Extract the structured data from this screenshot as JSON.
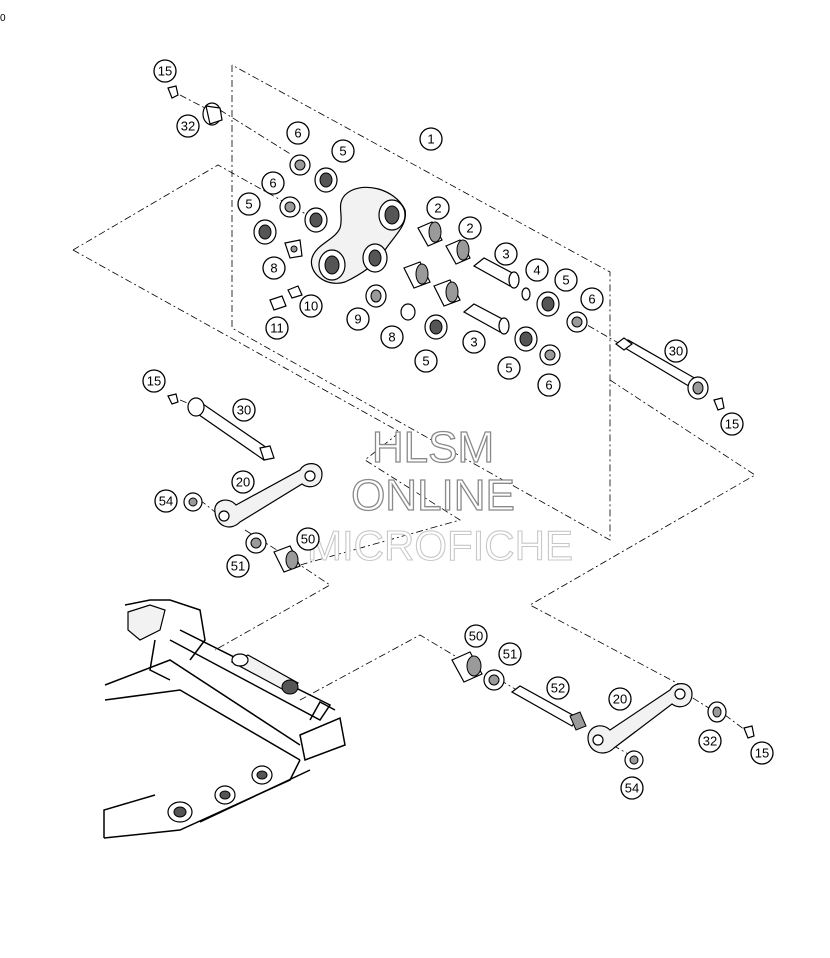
{
  "corner_text": "0",
  "watermark": {
    "line1": "HLSM",
    "line2": "ONLINE",
    "line3": "MICROFICHE"
  },
  "callouts": [
    {
      "id": "c-15-a",
      "label": "15"
    },
    {
      "id": "c-32-a",
      "label": "32"
    },
    {
      "id": "c-1",
      "label": "1"
    },
    {
      "id": "c-6-a",
      "label": "6"
    },
    {
      "id": "c-5-a",
      "label": "5"
    },
    {
      "id": "c-6-b",
      "label": "6"
    },
    {
      "id": "c-5-b",
      "label": "5"
    },
    {
      "id": "c-2-a",
      "label": "2"
    },
    {
      "id": "c-2-b",
      "label": "2"
    },
    {
      "id": "c-3-a",
      "label": "3"
    },
    {
      "id": "c-4",
      "label": "4"
    },
    {
      "id": "c-5-c",
      "label": "5"
    },
    {
      "id": "c-6-c",
      "label": "6"
    },
    {
      "id": "c-8-a",
      "label": "8"
    },
    {
      "id": "c-10",
      "label": "10"
    },
    {
      "id": "c-11",
      "label": "11"
    },
    {
      "id": "c-9",
      "label": "9"
    },
    {
      "id": "c-8-b",
      "label": "8"
    },
    {
      "id": "c-3-b",
      "label": "3"
    },
    {
      "id": "c-5-d",
      "label": "5"
    },
    {
      "id": "c-5-e",
      "label": "5"
    },
    {
      "id": "c-6-d",
      "label": "6"
    },
    {
      "id": "c-30-a",
      "label": "30"
    },
    {
      "id": "c-15-b",
      "label": "15"
    },
    {
      "id": "c-15-c",
      "label": "15"
    },
    {
      "id": "c-30-b",
      "label": "30"
    },
    {
      "id": "c-20-a",
      "label": "20"
    },
    {
      "id": "c-54-a",
      "label": "54"
    },
    {
      "id": "c-50-a",
      "label": "50"
    },
    {
      "id": "c-51-a",
      "label": "51"
    },
    {
      "id": "c-50-b",
      "label": "50"
    },
    {
      "id": "c-51-b",
      "label": "51"
    },
    {
      "id": "c-52",
      "label": "52"
    },
    {
      "id": "c-20-b",
      "label": "20"
    },
    {
      "id": "c-32-b",
      "label": "32"
    },
    {
      "id": "c-15-d",
      "label": "15"
    },
    {
      "id": "c-54-b",
      "label": "54"
    }
  ]
}
